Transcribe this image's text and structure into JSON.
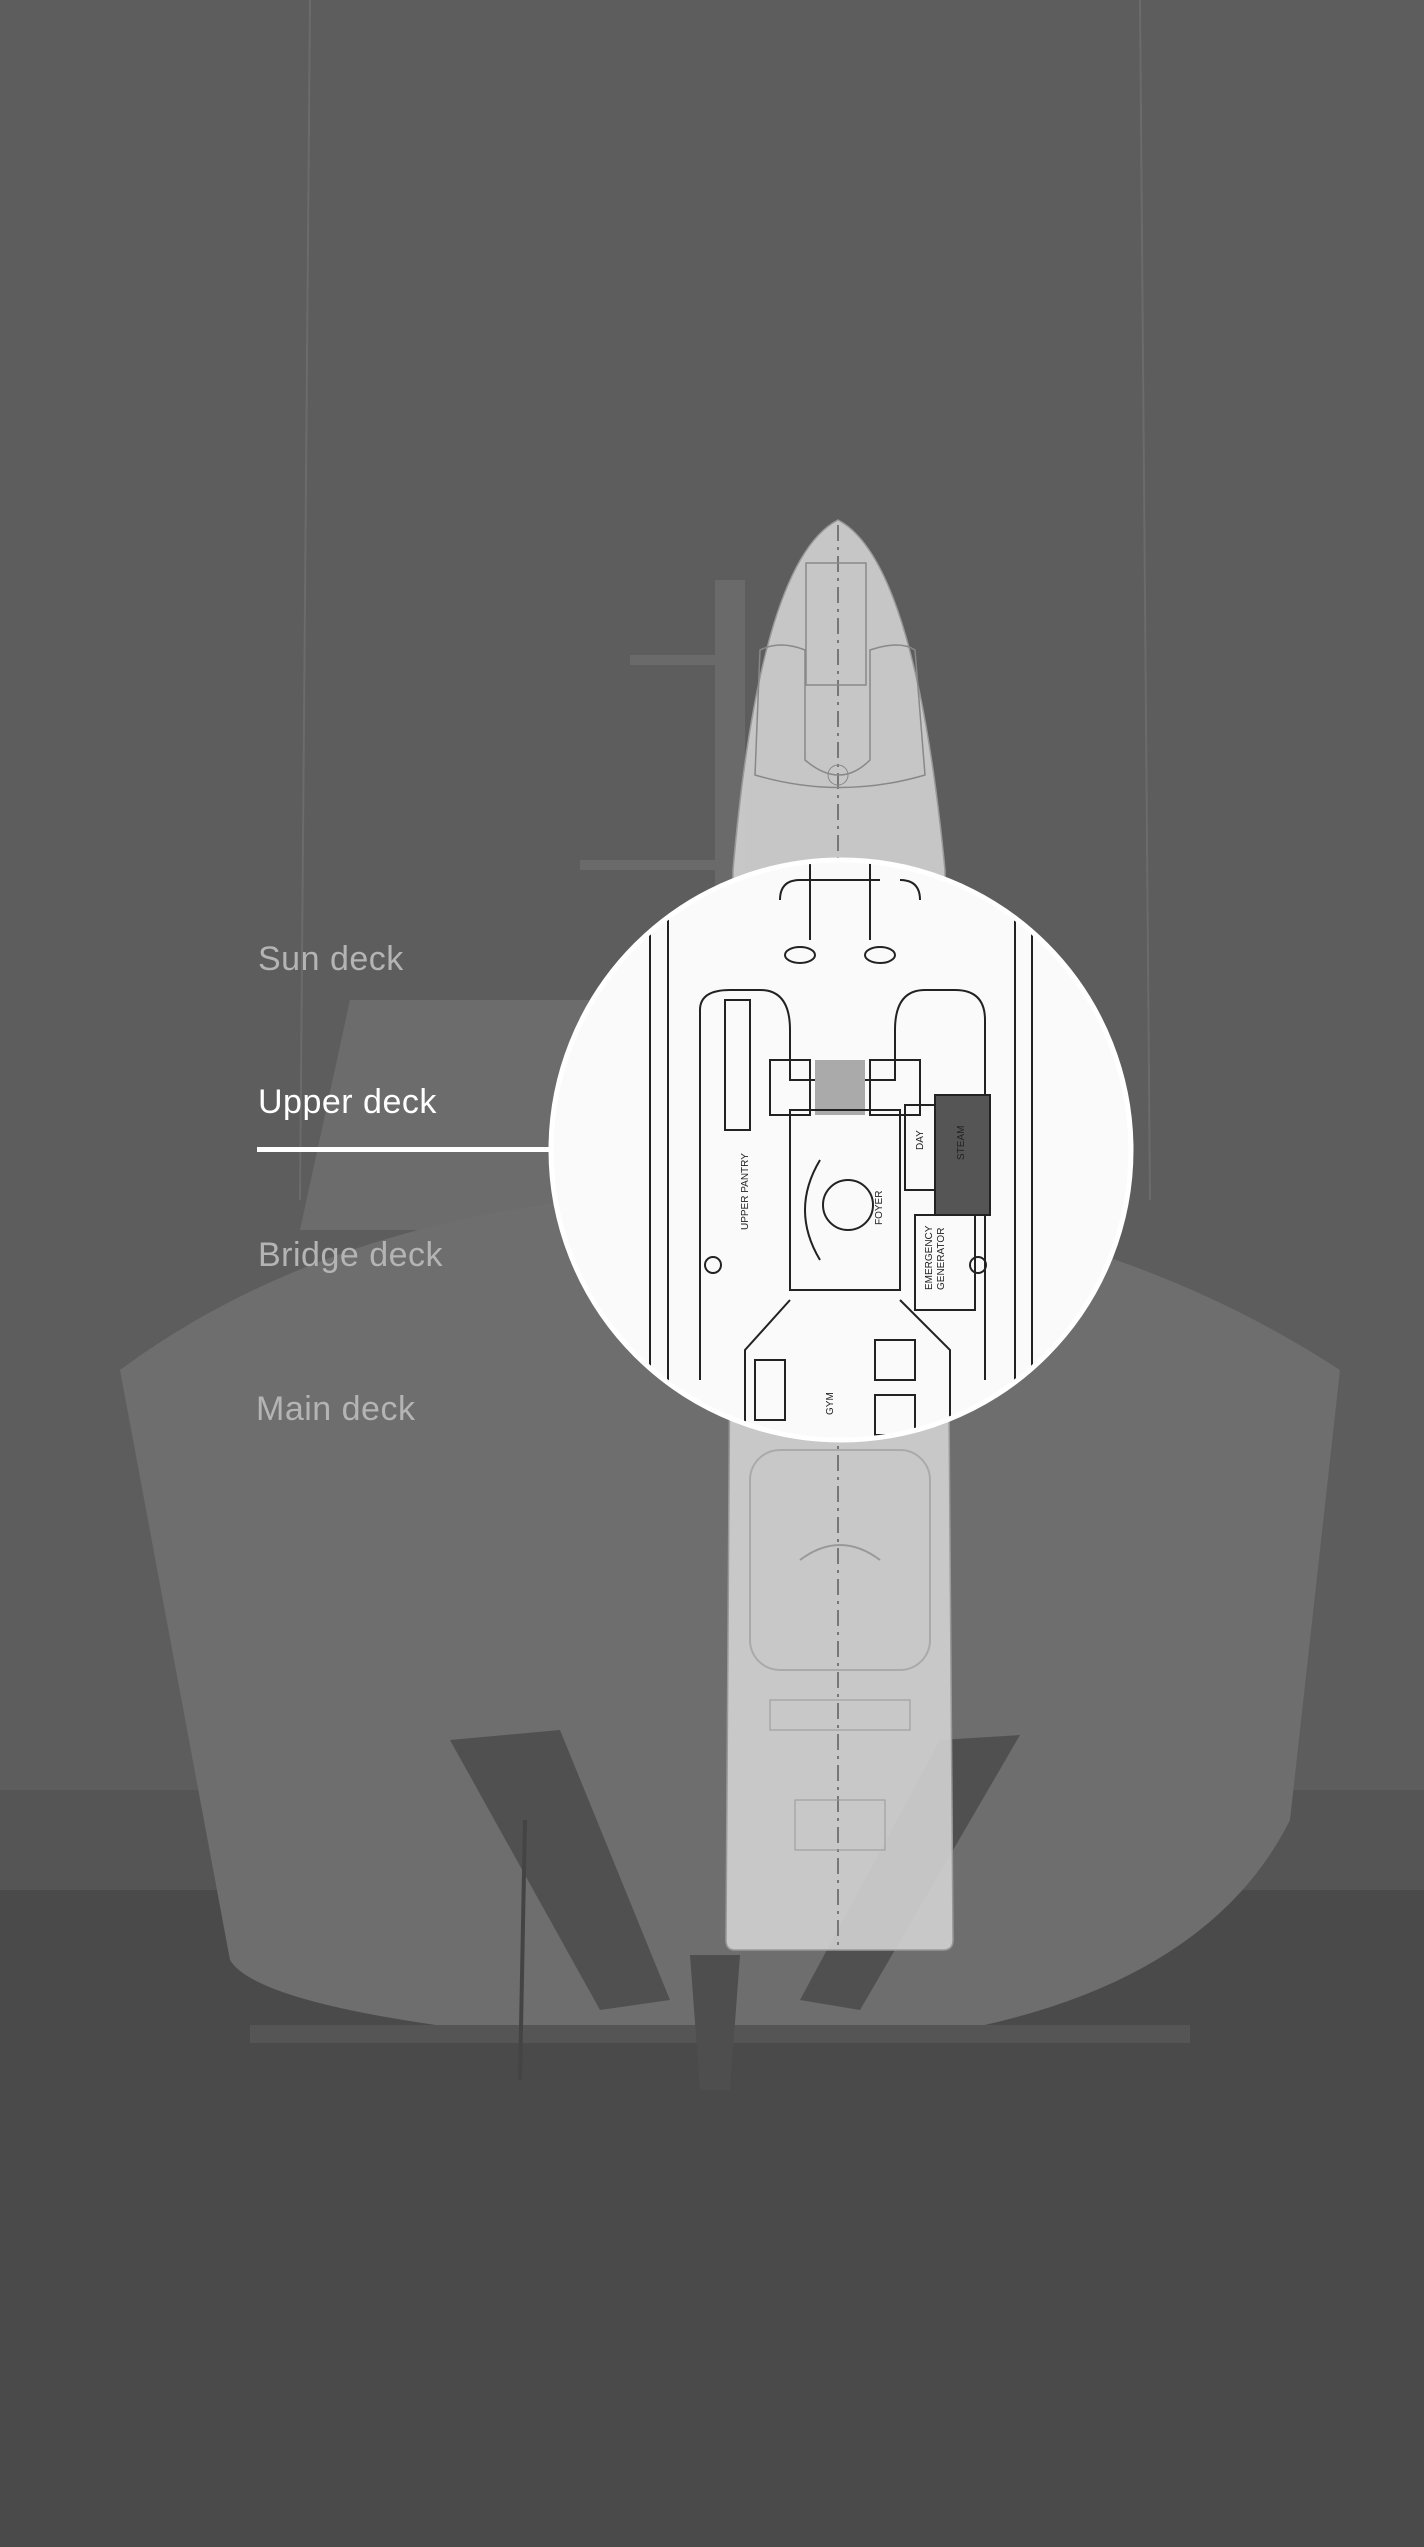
{
  "decks": [
    {
      "label": "Sun deck",
      "active": false
    },
    {
      "label": "Upper deck",
      "active": true
    },
    {
      "label": "Bridge deck",
      "active": false
    },
    {
      "label": "Main deck",
      "active": false
    }
  ],
  "plan_labels": {
    "pantry": "UPPER PANTRY",
    "foyer": "FOYER",
    "gym": "GYM",
    "generator_1": "EMERGENCY",
    "generator_2": "GENERATOR",
    "day": "DAY",
    "steam": "STEAM"
  },
  "colors": {
    "background": "#5b5b5b",
    "active_text": "#ffffff",
    "inactive_text": "#b4b4b4"
  }
}
